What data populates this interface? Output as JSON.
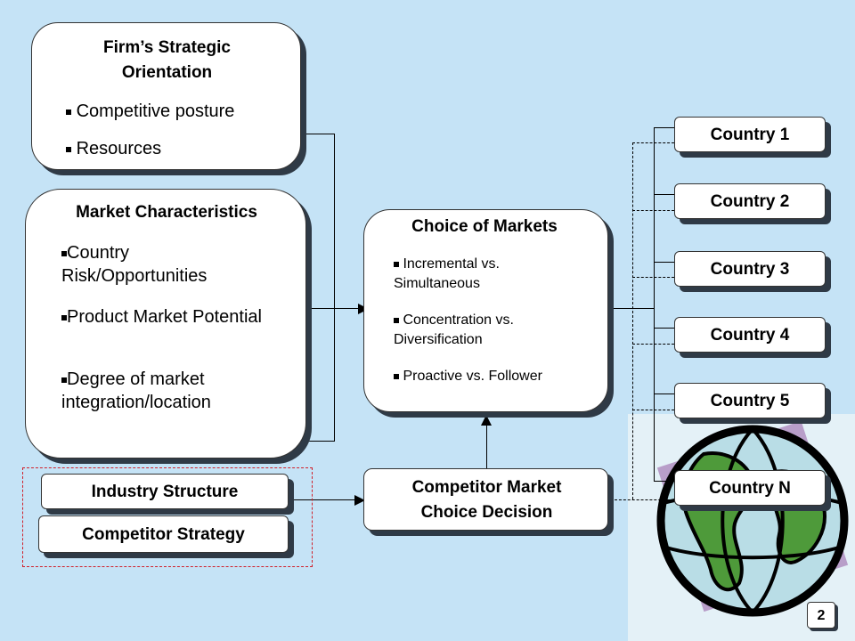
{
  "orientation": {
    "title": "Firm’s Strategic Orientation",
    "items": [
      "Competitive posture",
      "Resources"
    ]
  },
  "market": {
    "title": "Market Characteristics",
    "items": [
      "Country Risk/Opportunities",
      "Product Market Potential",
      "Degree of market integration/location"
    ]
  },
  "choice": {
    "title": "Choice of Markets",
    "items": [
      "Incremental vs. Simultaneous",
      "Concentration vs. Diversification",
      "Proactive vs. Follower"
    ]
  },
  "industry_structure": "Industry Structure",
  "competitor_strategy": "Competitor Strategy",
  "competitor_decision": "Competitor Market Choice Decision",
  "countries": [
    "Country 1",
    "Country 2",
    "Country 3",
    "Country 4",
    "Country 5",
    "Country N"
  ],
  "page_number": "2",
  "colors": {
    "background": "#c5e3f6",
    "shadow": "#2f3a46",
    "globe_ocean": "#b9dde6",
    "globe_land": "#4e9a3a"
  }
}
